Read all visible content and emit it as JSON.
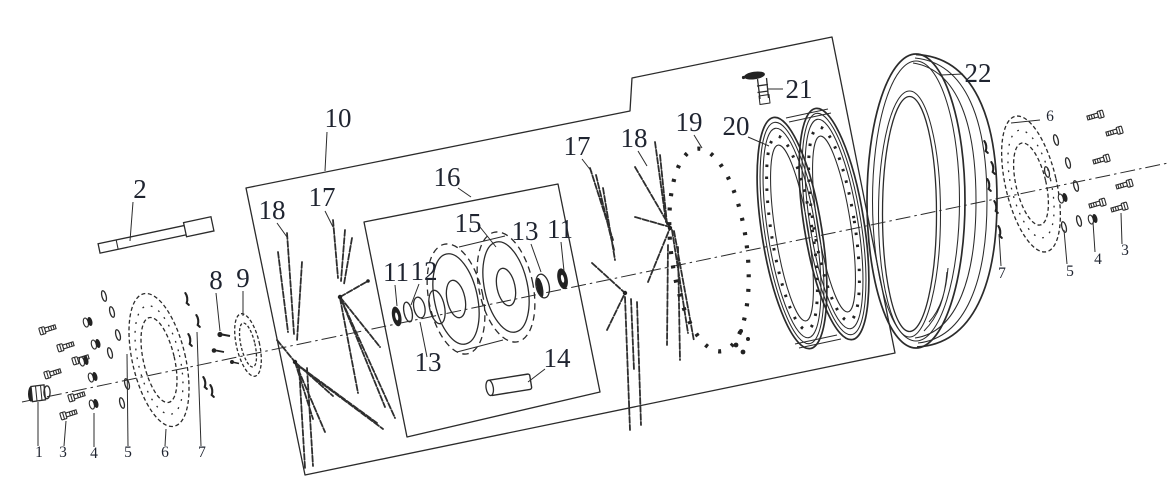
{
  "diagram": {
    "kind": "exploded-parts-diagram",
    "subject": "spoked motorcycle wheel assembly",
    "background": "#ffffff",
    "line_color": "#2b2b2b",
    "label_color": "#1f2430",
    "labels": {
      "l2": "2",
      "l10": "10",
      "l18_left": "18",
      "l17_left": "17",
      "l8": "8",
      "l9": "9",
      "l16": "16",
      "l15": "15",
      "l11_left": "11",
      "l12": "12",
      "l13_left": "13",
      "l13_right": "13",
      "l11_right": "11",
      "l14": "14",
      "l17_right": "17",
      "l18_right": "18",
      "l19": "19",
      "l20": "20",
      "l21": "21",
      "l22": "22",
      "b1": "1",
      "b3": "3",
      "b4": "4",
      "b5": "5",
      "b6": "6",
      "b7": "7",
      "r7": "7",
      "r5": "5",
      "r4": "4",
      "r3": "3",
      "r6": "6"
    }
  }
}
